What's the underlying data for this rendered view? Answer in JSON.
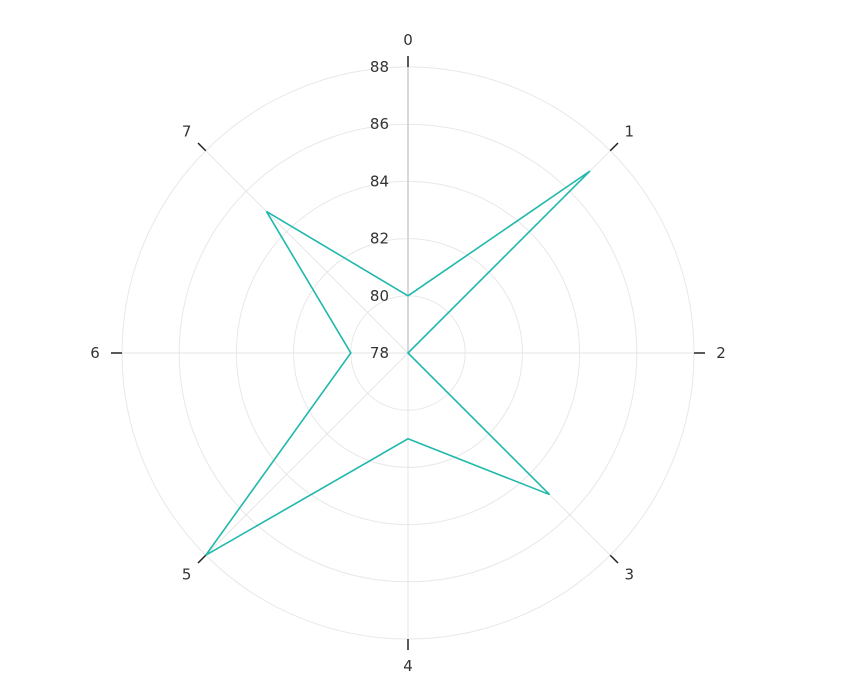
{
  "chart_data": {
    "type": "radar",
    "title": "",
    "angle_categories": [
      "0",
      "1",
      "2",
      "3",
      "4",
      "5",
      "6",
      "7"
    ],
    "radial_ticks": [
      "78",
      "80",
      "82",
      "84",
      "86",
      "88"
    ],
    "rlim": [
      78,
      88
    ],
    "grid": true,
    "series": [
      {
        "values": [
          80,
          87,
          78,
          85,
          81,
          88,
          80,
          85
        ],
        "color": "#20b8ac"
      }
    ]
  }
}
